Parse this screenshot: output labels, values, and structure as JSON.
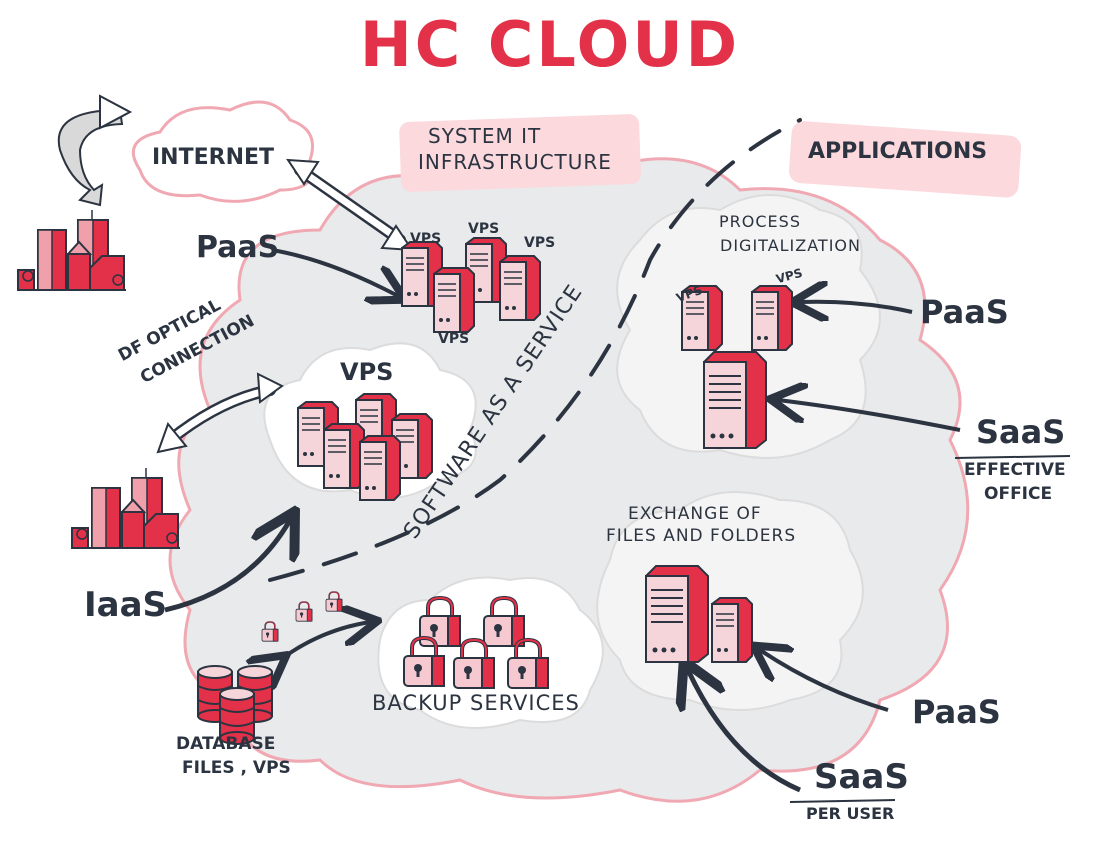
{
  "title": "HC CLOUD",
  "colors": {
    "accent": "#e23148",
    "ink": "#2b3440",
    "cloud_fill": "#e9eaec",
    "cloud_outline": "#f0a9b2",
    "highlight": "#fbd9dd"
  },
  "labels": {
    "internet": "INTERNET",
    "system_it_line1": "SYSTEM IT",
    "system_it_line2": "INFRASTRUCTURE",
    "applications": "APPLICATIONS",
    "paas_top_left": "PaaS",
    "vps_cluster": [
      "VPS",
      "VPS",
      "VPS",
      "VPS"
    ],
    "vps_center": "VPS",
    "df_line1": "DF OPTICAL",
    "df_line2": "CONNECTION",
    "software_as_a_service": "SOFTWARE AS A SERVICE",
    "process_line1": "PROCESS",
    "process_line2": "DIGITALIZATION",
    "process_vps": [
      "VPS",
      "VPS"
    ],
    "paas_right": "PaaS",
    "saas_right": "SaaS",
    "effective_line1": "EFFECTIVE",
    "effective_line2": "OFFICE",
    "exchange_line1": "EXCHANGE OF",
    "exchange_line2": "FILES AND FOLDERS",
    "iaas": "IaaS",
    "backup_services": "BACKUP SERVICES",
    "database_line1": "DATABASE",
    "database_line2": "FILES , VPS",
    "paas_bottom": "PaaS",
    "saas_bottom": "SaaS",
    "per_user": "PER USER"
  },
  "icons": [
    "internet-cloud-icon",
    "curved-arrow-icon",
    "city-buildings-icon",
    "server-icon",
    "padlock-icon",
    "database-icon",
    "double-arrow-icon"
  ]
}
